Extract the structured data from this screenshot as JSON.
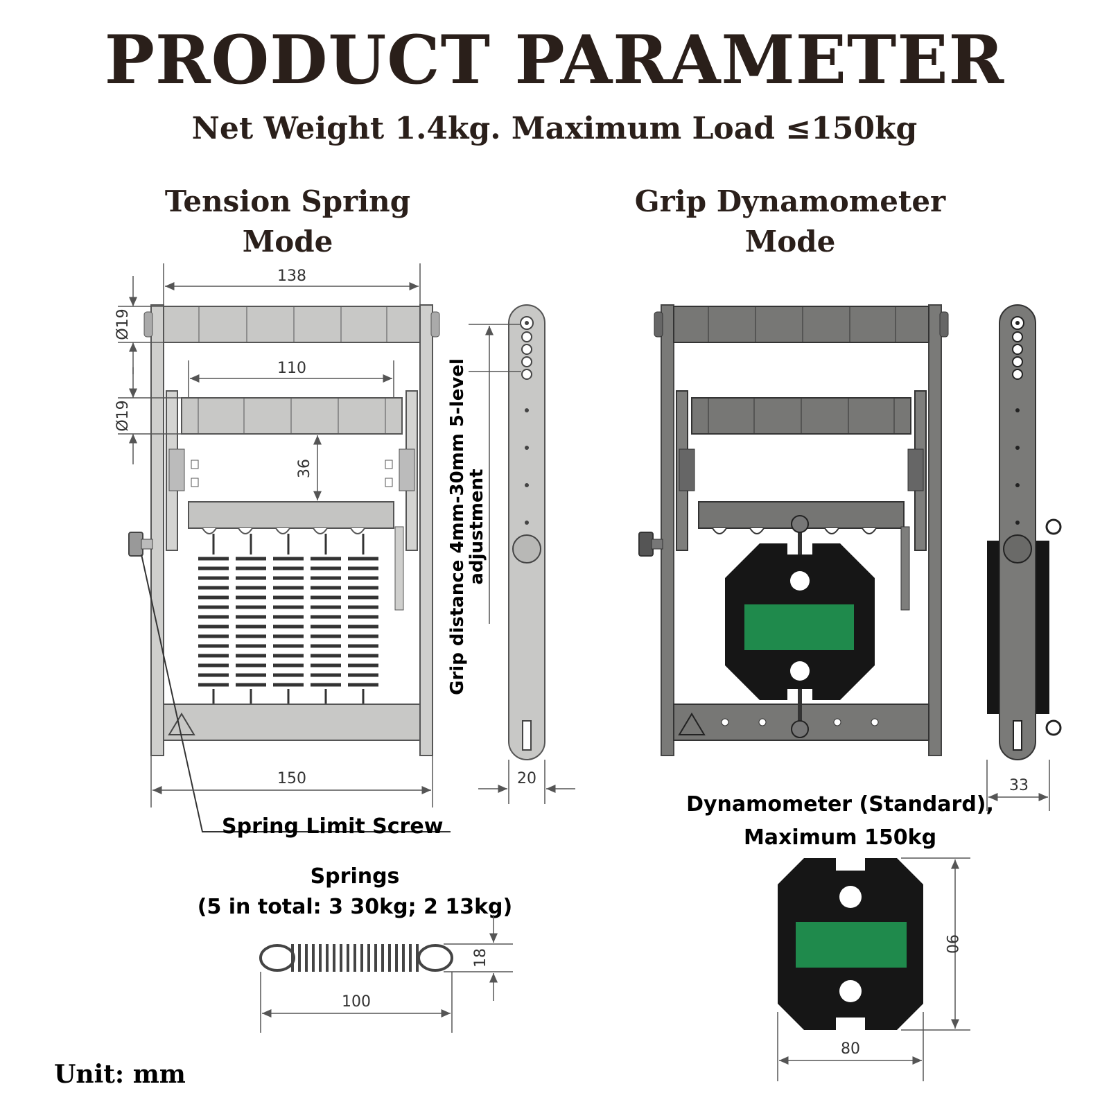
{
  "title": "PRODUCT PARAMETER",
  "subtitle": "Net Weight 1.4kg. Maximum Load ≤150kg",
  "left_mode": {
    "line1": "Tension Spring",
    "line2": "Mode"
  },
  "right_mode": {
    "line1": "Grip Dynamometer",
    "line2": "Mode"
  },
  "dimensions": {
    "top_width": "138",
    "inner_width": "110",
    "top_diameter": "Ø19",
    "inner_diameter": "Ø19",
    "inner_gap": "36",
    "base_width": "150",
    "side_width_left": "20",
    "side_width_right": "33",
    "spring_diameter": "18",
    "spring_length": "100",
    "dyn_height": "90",
    "dyn_width": "80"
  },
  "grip_distance": {
    "line1": "Grip distance 4mm-30mm 5-level",
    "line2": "adjustment"
  },
  "spring_limit_screw": "Spring Limit Screw",
  "springs": {
    "line1": "Springs",
    "line2": "(5 in total: 3 30kg; 2 13kg)"
  },
  "dynamometer": {
    "line1": "Dynamometer (Standard),",
    "line2": "Maximum 150kg"
  },
  "unit": "Unit: mm",
  "colors": {
    "frame_light": "#c8c8c6",
    "frame_dark": "#6e6e6c",
    "display_green": "#1f8a4c",
    "dyn_body": "#161616"
  }
}
